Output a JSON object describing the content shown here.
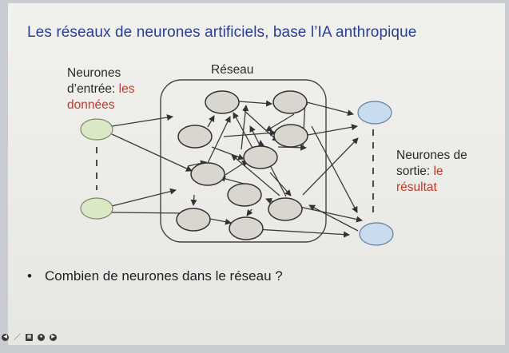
{
  "slide": {
    "title": "Les réseaux de neurones artificiels, base l’IA anthropique",
    "input_label": {
      "line1": "Neurones",
      "line2": "d’entrée:",
      "highlight_a": "les",
      "highlight_b": "données"
    },
    "network_label": "Réseau",
    "output_label": {
      "line1": "Neurones de",
      "line2": "sortie:",
      "highlight_a": "le",
      "highlight_b": "résultat"
    },
    "bullet": "Combien de neurones dans le réseau ?"
  },
  "colors": {
    "title": "#2a3f94",
    "highlight": "#c0392b",
    "input_node": "#dbe8c6",
    "hidden_node": "#d8d6cf",
    "output_node": "#c9dcef",
    "edge": "#333333"
  },
  "toolbar": {
    "icons": [
      "prev-icon",
      "pen-icon",
      "grid-icon",
      "zoom-icon",
      "next-icon"
    ]
  }
}
